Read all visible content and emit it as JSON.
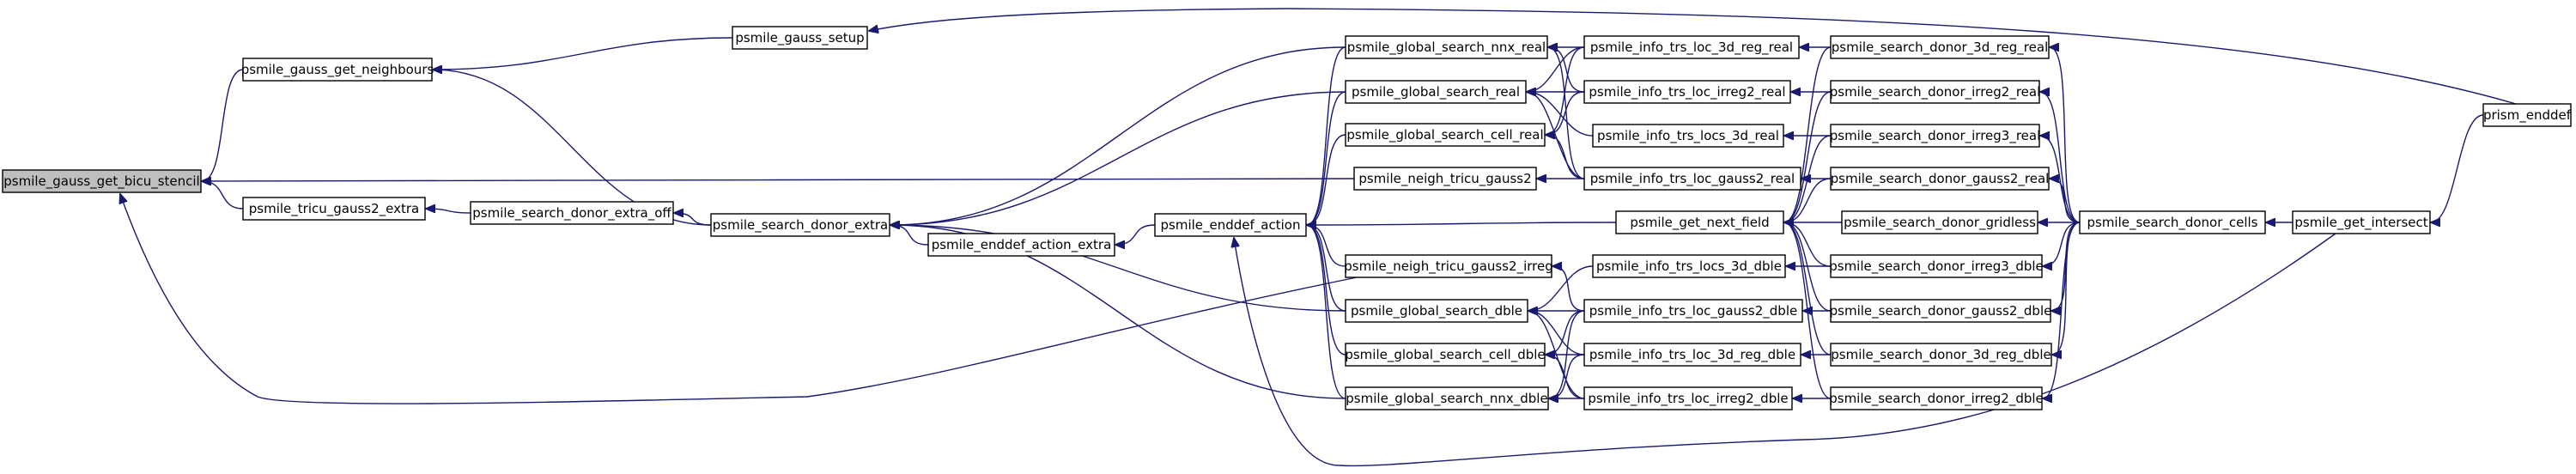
{
  "colors": {
    "edge": "#191970",
    "root_fill": "#bfbfbf",
    "node_fill": "#ffffff",
    "border": "#000000"
  },
  "nodes": {
    "gauss_get_bicu_stencil": "psmile_gauss_get_bicu_stencil",
    "gauss_get_neighbours": "psmile_gauss_get_neighbours",
    "gauss_setup": "psmile_gauss_setup",
    "prism_enddef": "prism_enddef",
    "tricu_gauss2_extra": "psmile_tricu_gauss2_extra",
    "search_donor_extra_off": "psmile_search_donor_extra_off",
    "search_donor_extra": "psmile_search_donor_extra",
    "enddef_action_extra": "psmile_enddef_action_extra",
    "enddef_action": "psmile_enddef_action",
    "global_search_nnx_real": "psmile_global_search_nnx_real",
    "global_search_real": "psmile_global_search_real",
    "global_search_cell_real": "psmile_global_search_cell_real",
    "neigh_tricu_gauss2": "psmile_neigh_tricu_gauss2",
    "neigh_tricu_gauss2_irreg": "psmile_neigh_tricu_gauss2_irreg",
    "global_search_dble": "psmile_global_search_dble",
    "global_search_cell_dble": "psmile_global_search_cell_dble",
    "global_search_nnx_dble": "psmile_global_search_nnx_dble",
    "info_trs_loc_3d_reg_real": "psmile_info_trs_loc_3d_reg_real",
    "info_trs_loc_irreg2_real": "psmile_info_trs_loc_irreg2_real",
    "info_trs_locs_3d_real": "psmile_info_trs_locs_3d_real",
    "info_trs_loc_gauss2_real": "psmile_info_trs_loc_gauss2_real",
    "get_next_field": "psmile_get_next_field",
    "info_trs_locs_3d_dble": "psmile_info_trs_locs_3d_dble",
    "info_trs_loc_gauss2_dble": "psmile_info_trs_loc_gauss2_dble",
    "info_trs_loc_3d_reg_dble": "psmile_info_trs_loc_3d_reg_dble",
    "info_trs_loc_irreg2_dble": "psmile_info_trs_loc_irreg2_dble",
    "search_donor_3d_reg_real": "psmile_search_donor_3d_reg_real",
    "search_donor_irreg2_real": "psmile_search_donor_irreg2_real",
    "search_donor_irreg3_real": "psmile_search_donor_irreg3_real",
    "search_donor_gauss2_real": "psmile_search_donor_gauss2_real",
    "search_donor_gridless": "psmile_search_donor_gridless",
    "search_donor_irreg3_dble": "psmile_search_donor_irreg3_dble",
    "search_donor_gauss2_dble": "psmile_search_donor_gauss2_dble",
    "search_donor_3d_reg_dble": "psmile_search_donor_3d_reg_dble",
    "search_donor_irreg2_dble": "psmile_search_donor_irreg2_dble",
    "search_donor_cells": "psmile_search_donor_cells",
    "get_intersect": "psmile_get_intersect"
  },
  "edges": [
    [
      "gauss_get_neighbours",
      "gauss_get_bicu_stencil"
    ],
    [
      "tricu_gauss2_extra",
      "gauss_get_bicu_stencil"
    ],
    [
      "neigh_tricu_gauss2",
      "gauss_get_bicu_stencil"
    ],
    [
      "neigh_tricu_gauss2_irreg",
      "gauss_get_bicu_stencil"
    ],
    [
      "gauss_setup",
      "gauss_get_neighbours"
    ],
    [
      "search_donor_extra",
      "gauss_get_neighbours"
    ],
    [
      "prism_enddef",
      "gauss_setup"
    ],
    [
      "search_donor_extra_off",
      "tricu_gauss2_extra"
    ],
    [
      "search_donor_extra",
      "search_donor_extra_off"
    ],
    [
      "global_search_nnx_real",
      "search_donor_extra"
    ],
    [
      "global_search_real",
      "search_donor_extra"
    ],
    [
      "global_search_dble",
      "search_donor_extra"
    ],
    [
      "global_search_nnx_dble",
      "search_donor_extra"
    ],
    [
      "enddef_action_extra",
      "search_donor_extra"
    ],
    [
      "enddef_action",
      "enddef_action_extra"
    ],
    [
      "global_search_nnx_real",
      "enddef_action"
    ],
    [
      "global_search_real",
      "enddef_action"
    ],
    [
      "global_search_cell_real",
      "enddef_action"
    ],
    [
      "global_search_dble",
      "enddef_action"
    ],
    [
      "global_search_cell_dble",
      "enddef_action"
    ],
    [
      "global_search_nnx_dble",
      "enddef_action"
    ],
    [
      "get_next_field",
      "enddef_action"
    ],
    [
      "neigh_tricu_gauss2_irreg",
      "enddef_action"
    ],
    [
      "get_intersect",
      "enddef_action"
    ],
    [
      "info_trs_loc_3d_reg_real",
      "global_search_nnx_real"
    ],
    [
      "info_trs_loc_irreg2_real",
      "global_search_nnx_real"
    ],
    [
      "info_trs_loc_gauss2_real",
      "global_search_nnx_real"
    ],
    [
      "info_trs_loc_3d_reg_real",
      "global_search_real"
    ],
    [
      "info_trs_loc_irreg2_real",
      "global_search_real"
    ],
    [
      "info_trs_locs_3d_real",
      "global_search_real"
    ],
    [
      "info_trs_loc_gauss2_real",
      "global_search_real"
    ],
    [
      "info_trs_loc_3d_reg_real",
      "global_search_cell_real"
    ],
    [
      "info_trs_loc_irreg2_real",
      "global_search_cell_real"
    ],
    [
      "info_trs_loc_gauss2_real",
      "global_search_cell_real"
    ],
    [
      "info_trs_loc_gauss2_real",
      "neigh_tricu_gauss2"
    ],
    [
      "info_trs_loc_gauss2_dble",
      "neigh_tricu_gauss2_irreg"
    ],
    [
      "info_trs_locs_3d_dble",
      "global_search_dble"
    ],
    [
      "info_trs_loc_gauss2_dble",
      "global_search_dble"
    ],
    [
      "info_trs_loc_3d_reg_dble",
      "global_search_dble"
    ],
    [
      "info_trs_loc_irreg2_dble",
      "global_search_dble"
    ],
    [
      "info_trs_loc_gauss2_dble",
      "global_search_cell_dble"
    ],
    [
      "info_trs_loc_3d_reg_dble",
      "global_search_cell_dble"
    ],
    [
      "info_trs_loc_irreg2_dble",
      "global_search_cell_dble"
    ],
    [
      "info_trs_loc_gauss2_dble",
      "global_search_nnx_dble"
    ],
    [
      "info_trs_loc_3d_reg_dble",
      "global_search_nnx_dble"
    ],
    [
      "info_trs_loc_irreg2_dble",
      "global_search_nnx_dble"
    ],
    [
      "search_donor_3d_reg_real",
      "info_trs_loc_3d_reg_real"
    ],
    [
      "search_donor_irreg2_real",
      "info_trs_loc_irreg2_real"
    ],
    [
      "search_donor_irreg3_real",
      "info_trs_locs_3d_real"
    ],
    [
      "search_donor_gauss2_real",
      "info_trs_loc_gauss2_real"
    ],
    [
      "search_donor_irreg3_dble",
      "info_trs_locs_3d_dble"
    ],
    [
      "search_donor_gauss2_dble",
      "info_trs_loc_gauss2_dble"
    ],
    [
      "search_donor_3d_reg_dble",
      "info_trs_loc_3d_reg_dble"
    ],
    [
      "search_donor_irreg2_dble",
      "info_trs_loc_irreg2_dble"
    ],
    [
      "search_donor_3d_reg_real",
      "get_next_field"
    ],
    [
      "search_donor_irreg2_real",
      "get_next_field"
    ],
    [
      "search_donor_irreg3_real",
      "get_next_field"
    ],
    [
      "search_donor_gauss2_real",
      "get_next_field"
    ],
    [
      "search_donor_gridless",
      "get_next_field"
    ],
    [
      "search_donor_irreg3_dble",
      "get_next_field"
    ],
    [
      "search_donor_gauss2_dble",
      "get_next_field"
    ],
    [
      "search_donor_3d_reg_dble",
      "get_next_field"
    ],
    [
      "search_donor_irreg2_dble",
      "get_next_field"
    ],
    [
      "search_donor_cells",
      "search_donor_3d_reg_real"
    ],
    [
      "search_donor_cells",
      "search_donor_irreg2_real"
    ],
    [
      "search_donor_cells",
      "search_donor_irreg3_real"
    ],
    [
      "search_donor_cells",
      "search_donor_gauss2_real"
    ],
    [
      "search_donor_cells",
      "search_donor_gridless"
    ],
    [
      "search_donor_cells",
      "search_donor_irreg3_dble"
    ],
    [
      "search_donor_cells",
      "search_donor_gauss2_dble"
    ],
    [
      "search_donor_cells",
      "search_donor_3d_reg_dble"
    ],
    [
      "search_donor_cells",
      "search_donor_irreg2_dble"
    ],
    [
      "get_intersect",
      "search_donor_cells"
    ],
    [
      "prism_enddef",
      "get_intersect"
    ]
  ]
}
